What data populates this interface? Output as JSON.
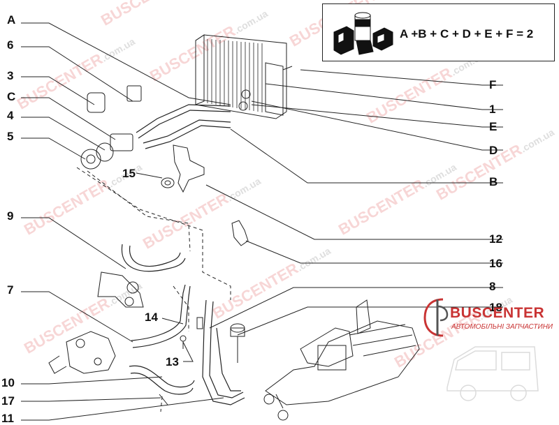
{
  "callouts_left": [
    "A",
    "6",
    "3",
    "C",
    "4",
    "5",
    "9",
    "7",
    "10",
    "17",
    "11"
  ],
  "callouts_right": [
    "F",
    "1",
    "E",
    "D",
    "B",
    "12",
    "16",
    "8",
    "18"
  ],
  "callouts_inner": [
    "15",
    "14",
    "13"
  ],
  "legend": {
    "formula": "A +B + C + D + E + F = 2"
  },
  "brand": {
    "name": "BUSCENTER",
    "tagline": "АВТОМОБІЛЬНІ ЗАПЧАСТИНИ",
    "watermark": "BUSCENTER",
    "watermark_domain": ".com.ua",
    "color": "#c93434"
  },
  "colors": {
    "line": "#222222",
    "background": "#ffffff"
  }
}
